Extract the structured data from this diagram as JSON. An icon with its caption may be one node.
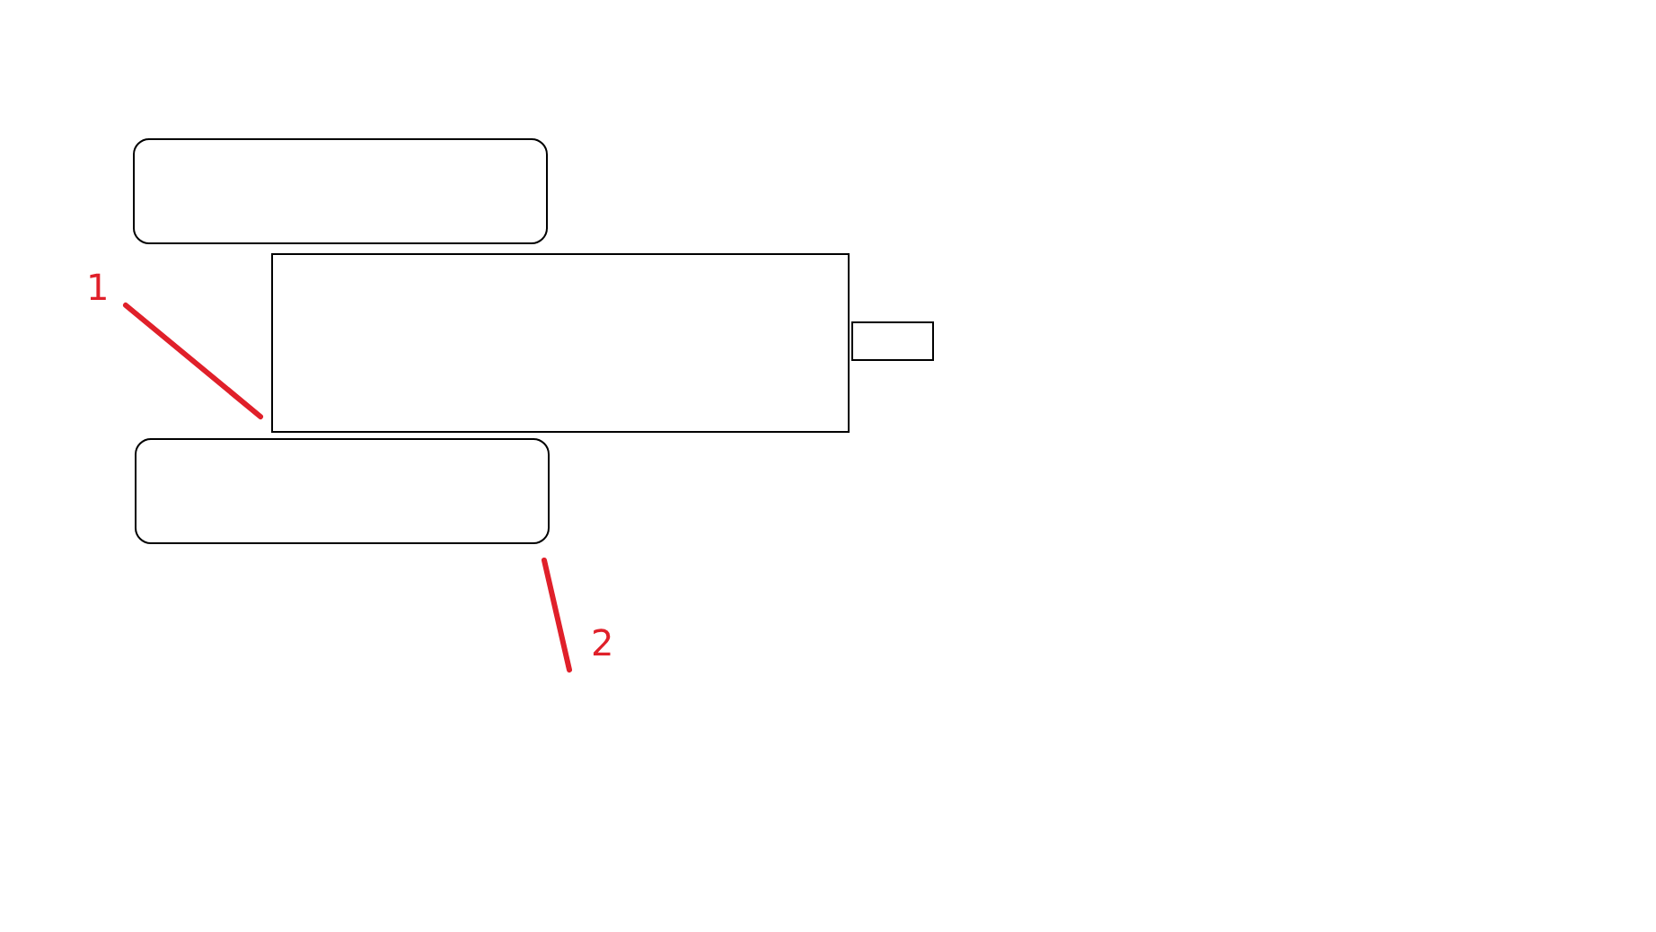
{
  "diagram": {
    "nodes": [
      {
        "text": [],
        "shape": "box"
      },
      {
        "text": [
          "1"
        ]
      },
      {
        "text": [],
        "shape": "box"
      },
      {
        "text": [],
        "shape": "box"
      },
      {
        "text": [],
        "shape": "box"
      },
      {
        "text": [
          "2"
        ]
      }
    ],
    "edges": [
      {
        "from": 1,
        "to": 2,
        "arrow": "none"
      },
      {
        "from": 5,
        "to": 4,
        "arrow": "none"
      }
    ]
  }
}
